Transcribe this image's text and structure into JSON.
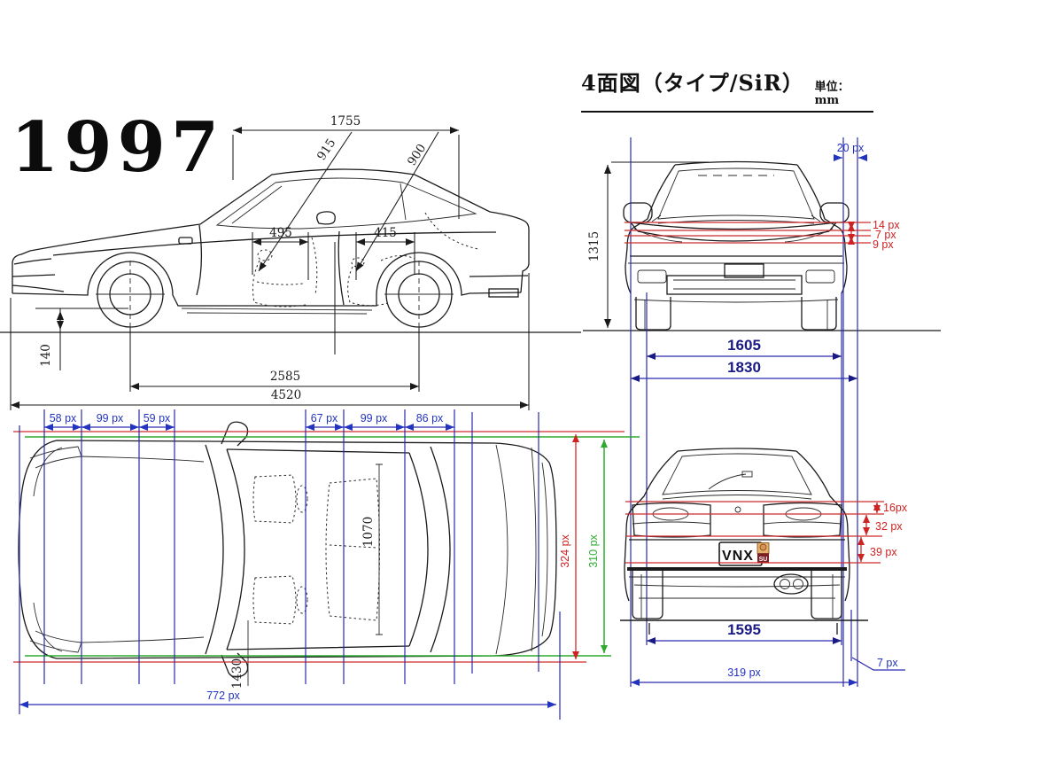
{
  "header": {
    "year": "1997",
    "title": "4面図（タイプ/SiR）",
    "unit": "単位：mm"
  },
  "side": {
    "roof_length": "1755",
    "front_diag": "915",
    "rear_diag": "900",
    "front_room": "495",
    "rear_room": "415",
    "ground_clearance": "140",
    "wheelbase": "2585",
    "overall_length": "4520"
  },
  "front": {
    "height": "1315",
    "gap_top": "20 px",
    "lamp_a": "14 px",
    "lamp_b": "7 px",
    "lamp_c": "9 px",
    "track": "1605",
    "overall_width": "1830"
  },
  "top": {
    "seg1": "58 px",
    "seg2": "99 px",
    "seg3": "59 px",
    "seg4": "67 px",
    "seg5": "99 px",
    "seg6": "86 px",
    "cabin_width": "1070",
    "body_width": "1430",
    "red_span": "324 px",
    "green_span": "310 px",
    "length_px": "772 px"
  },
  "rear": {
    "lamp_a": "16px",
    "lamp_b": "32 px",
    "lamp_c": "39 px",
    "track": "1595",
    "edge_gap": "7 px",
    "width_px": "319 px",
    "plate": "VNX",
    "badge": "SU"
  },
  "colors": {
    "line": "#1a1a1a",
    "blue": "#2b2bb0",
    "navy": "#1a1a85",
    "red": "#cf2b2b",
    "green": "#2dab2d"
  }
}
